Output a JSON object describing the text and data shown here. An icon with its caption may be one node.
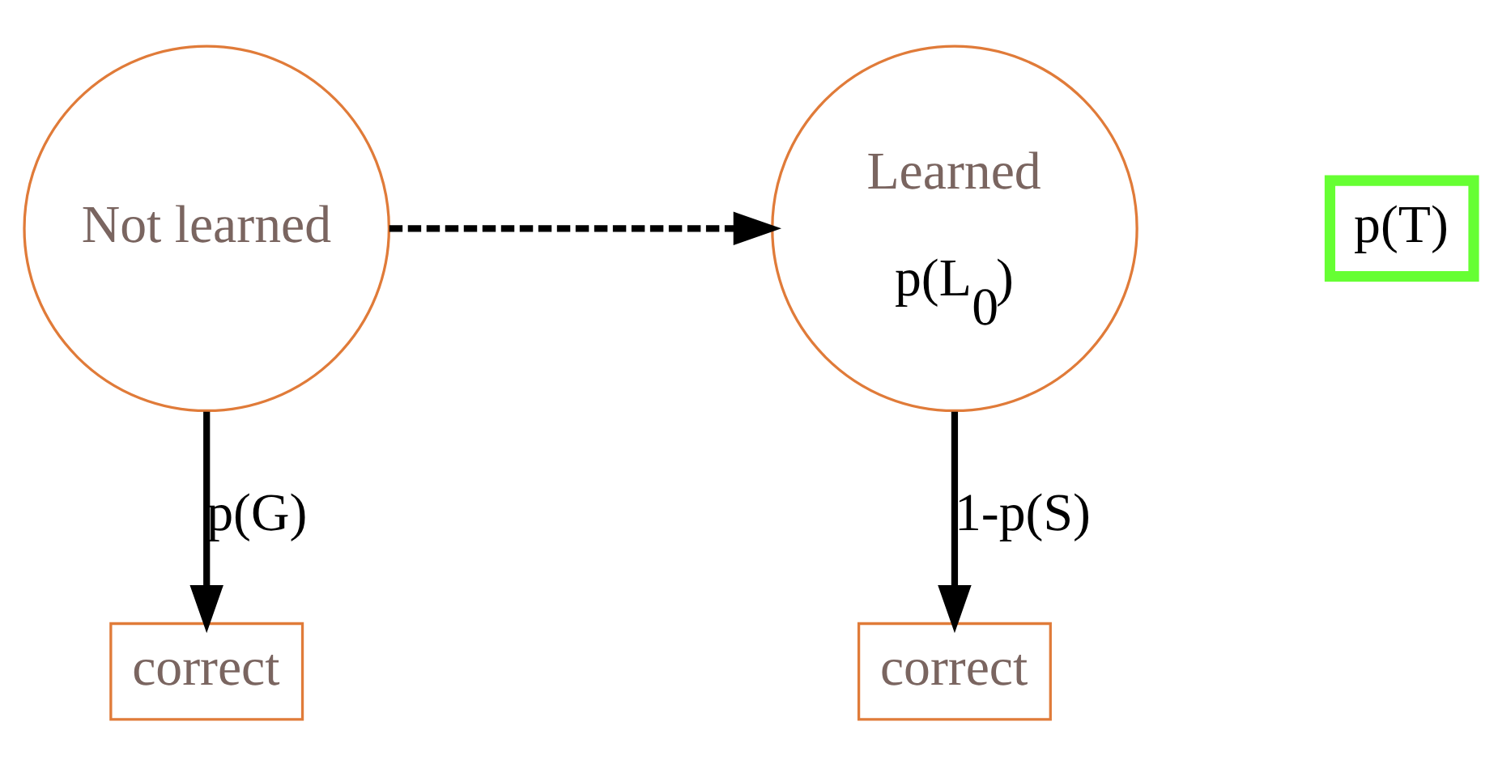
{
  "diagram": {
    "nodes": [
      {
        "text": [
          "Not learned"
        ]
      },
      {
        "text": [
          "Learned",
          "p(L$_{0}$)"
        ]
      },
      {
        "text": [
          "p(T)"
        ]
      },
      {
        "text": [
          "correct"
        ]
      },
      {
        "text": [
          "correct"
        ]
      }
    ],
    "edges": [
      {
        "from": 0,
        "to": 1,
        "arrow": "to",
        "style": "dashed"
      },
      {
        "from": 0,
        "to": 3,
        "arrow": "to",
        "label": "p(G)"
      },
      {
        "from": 1,
        "to": 4,
        "arrow": "to",
        "label": "1-p(S)"
      }
    ]
  }
}
